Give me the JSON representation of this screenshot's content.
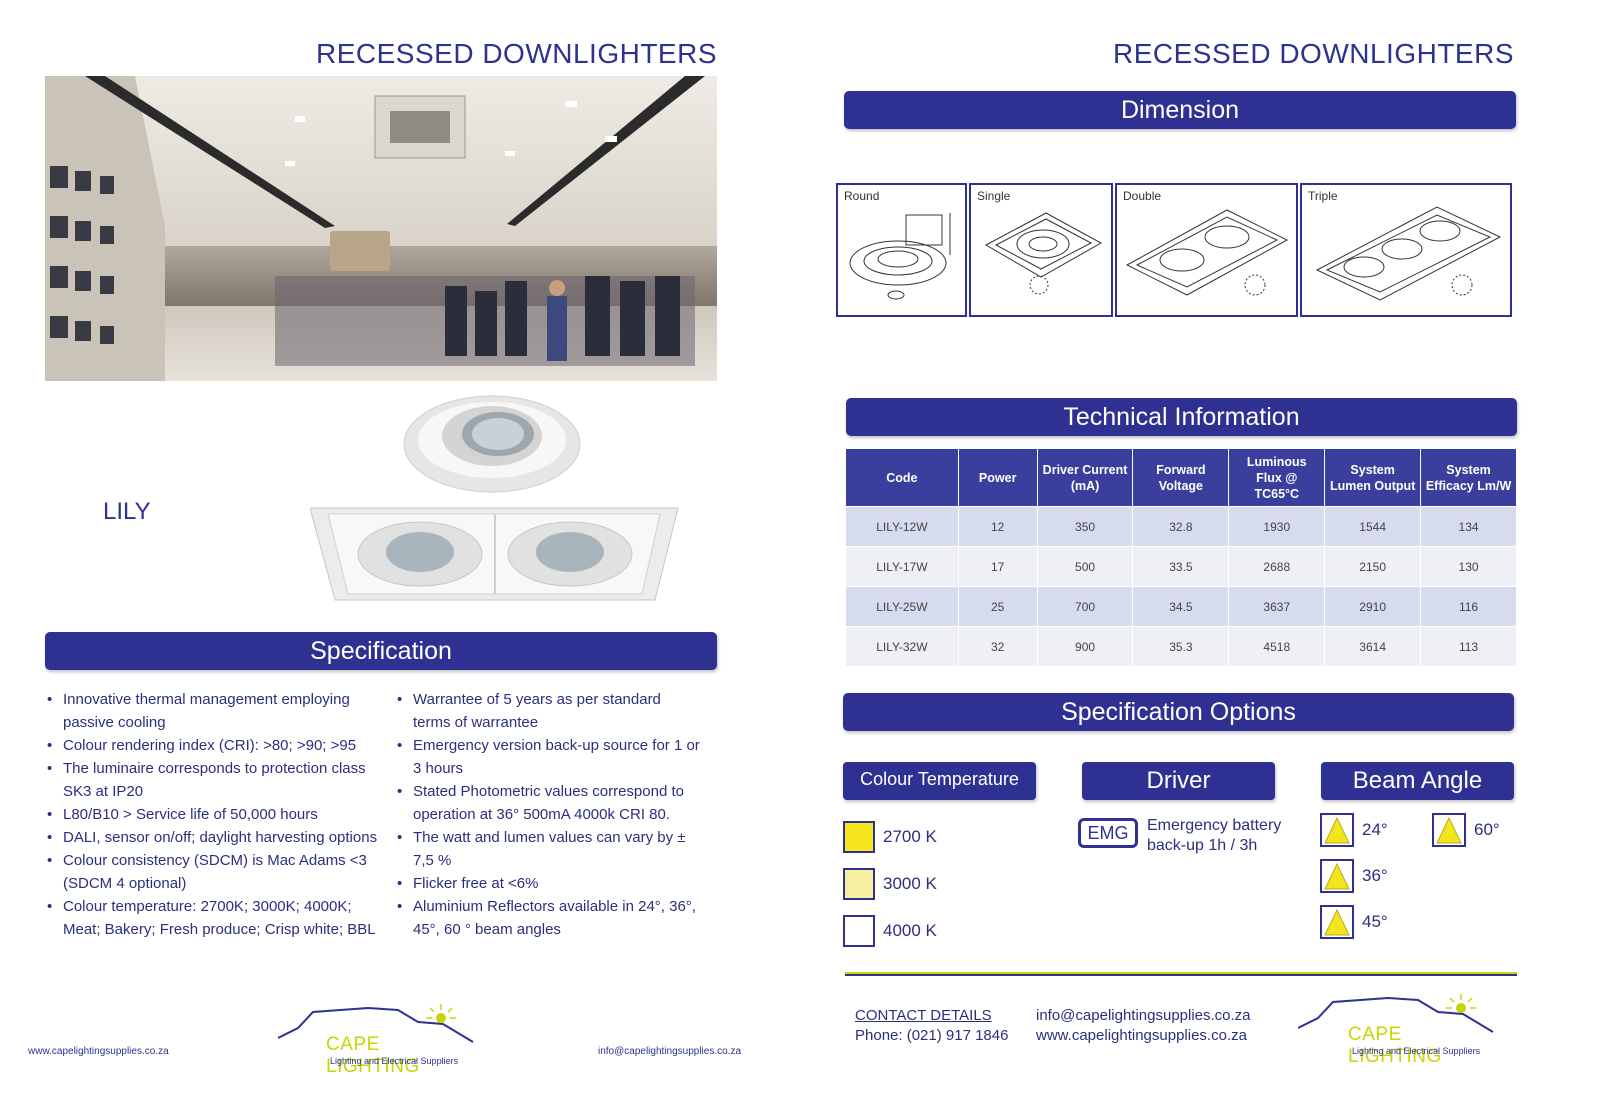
{
  "left": {
    "title": "RECESSED DOWNLIGHTERS",
    "product_name": "LILY",
    "spec_bar": "Specification",
    "spec_col1": [
      "Innovative thermal management employing passive cooling",
      "Colour rendering index (CRI): >80; >90; >95",
      "The luminaire corresponds to protection class SK3 at IP20",
      "L80/B10 > Service life of 50,000 hours",
      "DALI, sensor on/off; daylight harvesting options",
      "Colour consistency (SDCM) is Mac Adams <3 (SDCM 4 optional)",
      "Colour temperature: 2700K; 3000K; 4000K; Meat; Bakery; Fresh produce; Crisp white; BBL"
    ],
    "spec_col2": [
      "Warrantee of 5 years as per standard terms of warrantee",
      "Emergency version back-up source for 1 or 3 hours",
      "Stated Photometric values correspond to operation at 36° 500mA 4000k CRI 80.",
      "The watt and lumen values can vary by ± 7,5 %",
      "Flicker free at <6%",
      "Aluminium Reflectors available in 24°, 36°, 45°, 60 ° beam angles"
    ],
    "footer_web": "www.capelightingsupplies.co.za",
    "footer_email": "info@capelightingsupplies.co.za",
    "logo_name": "CAPE LIGHTING",
    "logo_tagline": "Lighting and Electrical Suppliers"
  },
  "right": {
    "title": "RECESSED DOWNLIGHTERS",
    "dimension_bar": "Dimension",
    "dimensions": [
      "Round",
      "Single",
      "Double",
      "Triple"
    ],
    "tech_bar": "Technical Information",
    "table": {
      "headers": [
        "Code",
        "Power",
        "Driver Current (mA)",
        "Forward Voltage",
        "Luminous Flux @ TC65°C",
        "System Lumen Output",
        "System Efficacy Lm/W"
      ],
      "rows": [
        [
          "LILY-12W",
          "12",
          "350",
          "32.8",
          "1930",
          "1544",
          "134"
        ],
        [
          "LILY-17W",
          "17",
          "500",
          "33.5",
          "2688",
          "2150",
          "130"
        ],
        [
          "LILY-25W",
          "25",
          "700",
          "34.5",
          "3637",
          "2910",
          "116"
        ],
        [
          "LILY-32W",
          "32",
          "900",
          "35.3",
          "4518",
          "3614",
          "113"
        ]
      ]
    },
    "options_bar": "Specification Options",
    "colour_temp": {
      "title": "Colour Temperature",
      "items": [
        {
          "label": "2700 K",
          "color": "#f5e61e"
        },
        {
          "label": "3000 K",
          "color": "#f7f0a0"
        },
        {
          "label": "4000 K",
          "color": "#ffffff"
        }
      ]
    },
    "driver": {
      "title": "Driver",
      "badge": "EMG",
      "text_line1": "Emergency battery",
      "text_line2": "back-up 1h / 3h"
    },
    "beam": {
      "title": "Beam Angle",
      "angles": [
        "24°",
        "36°",
        "45°",
        "60°"
      ]
    },
    "contact": {
      "heading": "CONTACT DETAILS",
      "phone": "Phone: (021) 917 1846",
      "email": "info@capelightingsupplies.co.za",
      "web": "www.capelightingsupplies.co.za"
    },
    "logo_name": "CAPE LIGHTING",
    "logo_tagline": "Lighting and Electrical Suppliers"
  }
}
